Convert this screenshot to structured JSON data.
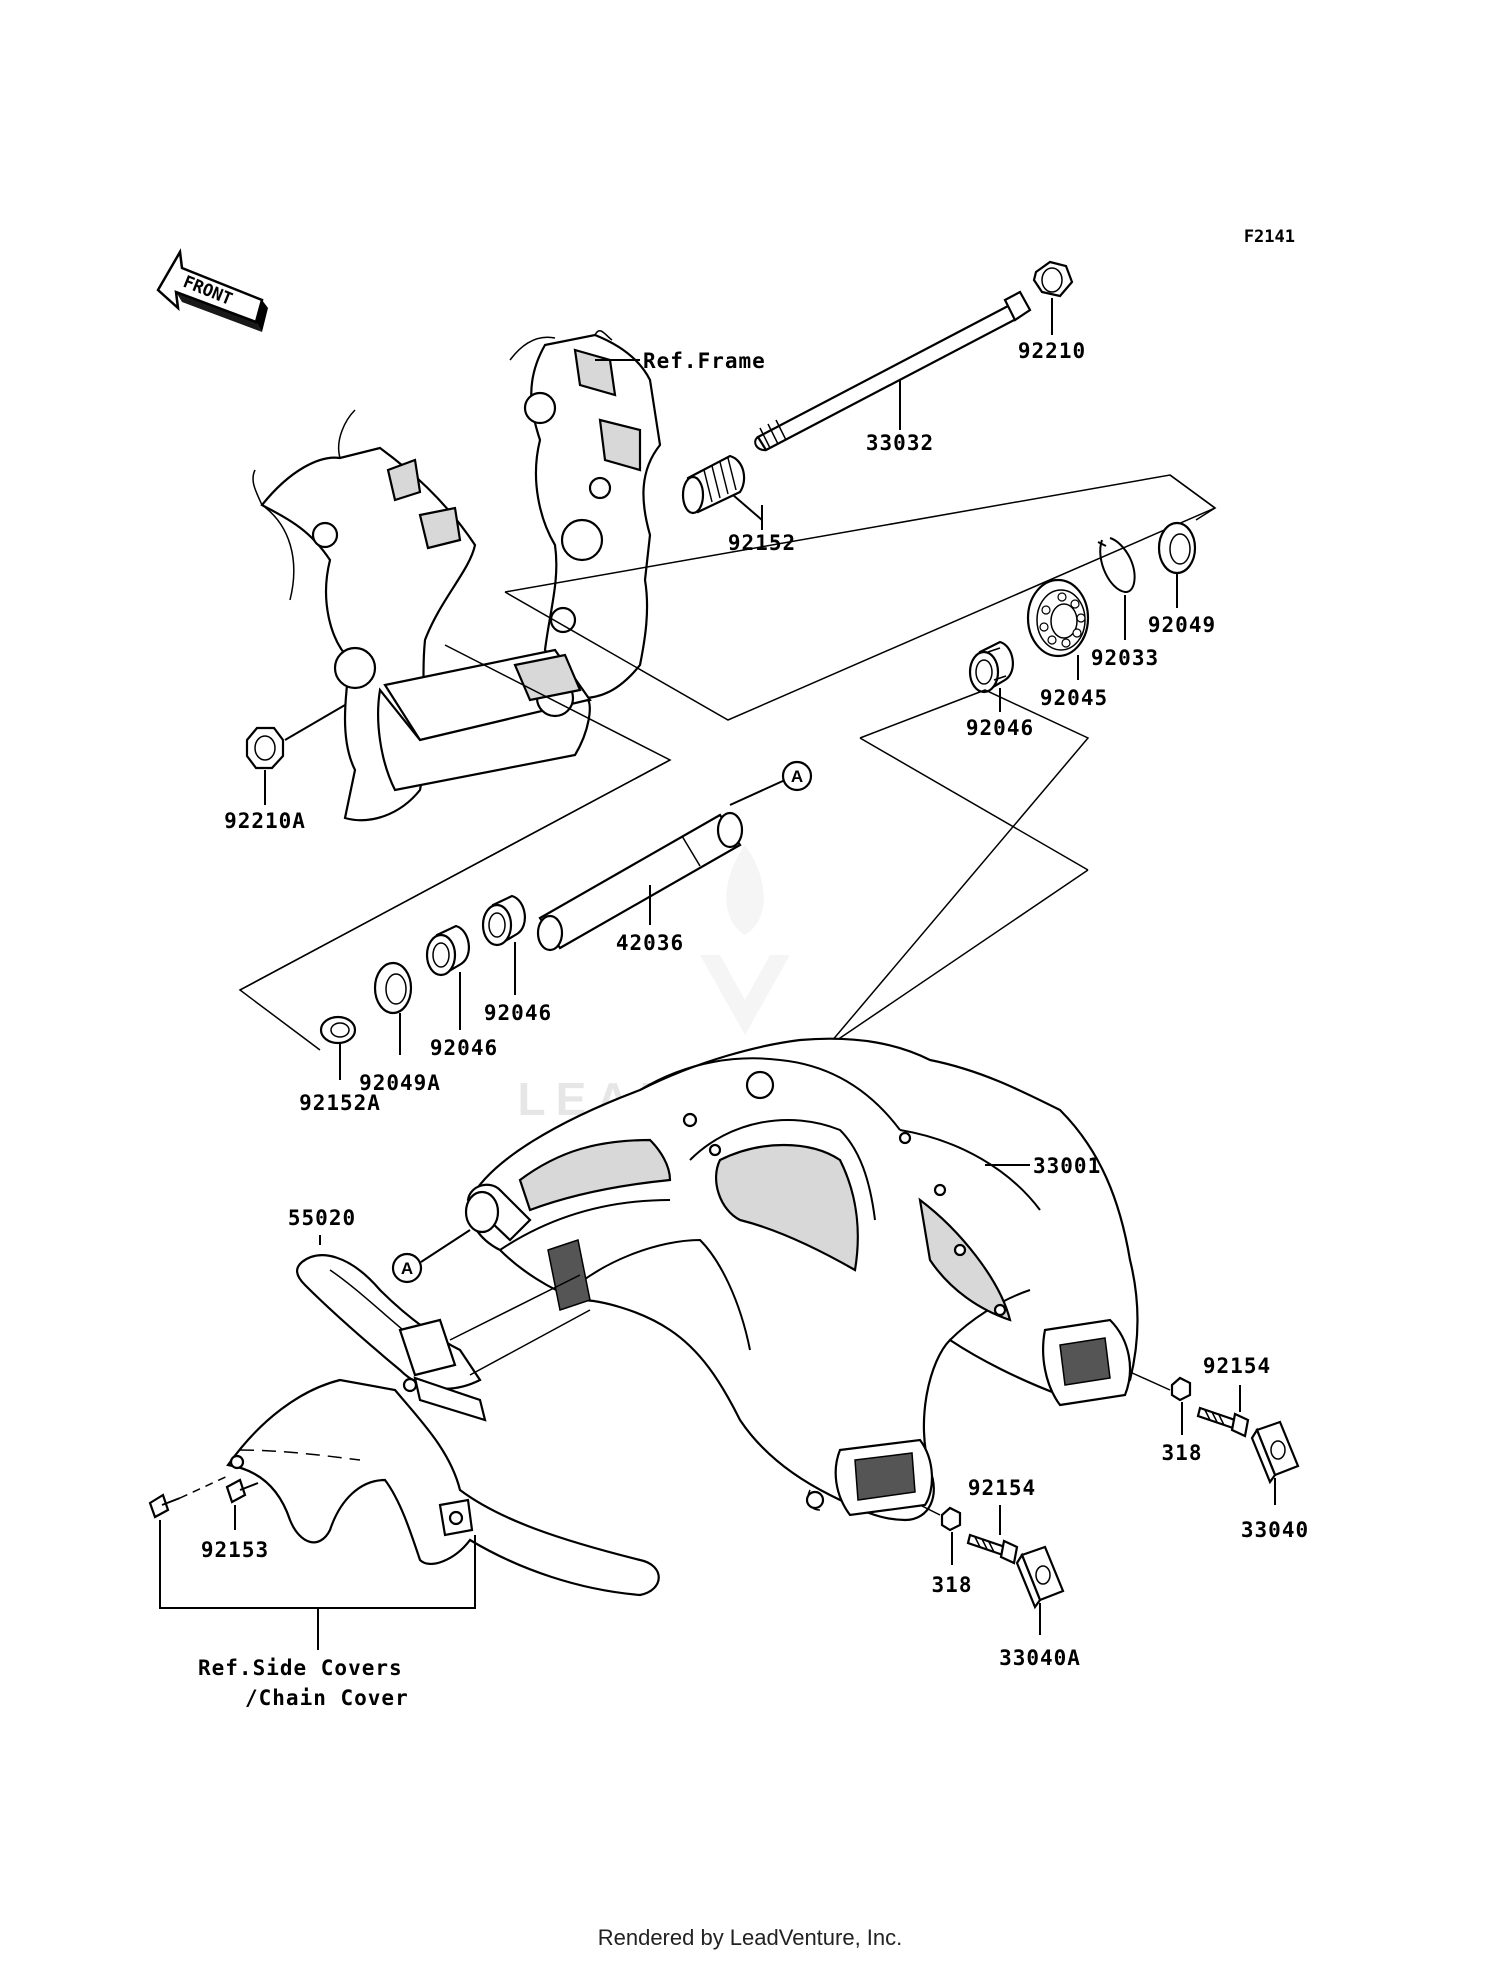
{
  "diagram_code": "F2141",
  "front_label": "FRONT",
  "reference_labels": {
    "frame": "Ref.Frame",
    "side_covers_line1": "Ref.Side Covers",
    "side_covers_line2": "/Chain Cover"
  },
  "markers": {
    "a_top": "A",
    "a_bottom": "A"
  },
  "parts": {
    "p92210": "92210",
    "p33032": "33032",
    "p92152": "92152",
    "p92049": "92049",
    "p92033": "92033",
    "p92045": "92045",
    "p92046_right": "92046",
    "p92210A": "92210A",
    "p42036": "42036",
    "p92046_left_upper": "92046",
    "p92046_left_lower": "92046",
    "p92049A": "92049A",
    "p92152A": "92152A",
    "p33001": "33001",
    "p55020": "55020",
    "p92154_right": "92154",
    "p318_right": "318",
    "p33040": "33040",
    "p92154_bottom": "92154",
    "p318_bottom": "318",
    "p33040A": "33040A",
    "p92153": "92153"
  },
  "watermark": "LEADVENTURE",
  "footer": "Rendered by LeadVenture, Inc."
}
